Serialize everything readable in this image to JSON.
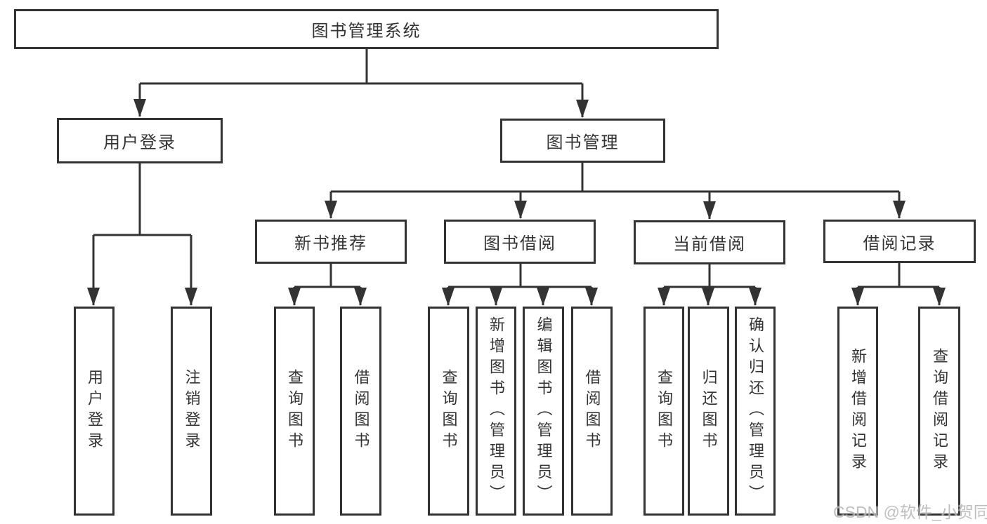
{
  "tree": {
    "root": {
      "label": "图书管理系统"
    },
    "branches": [
      {
        "label": "用户登录",
        "children": [
          {
            "label": "用户登录"
          },
          {
            "label": "注销登录"
          }
        ]
      },
      {
        "label": "图书管理",
        "children": [
          {
            "label": "新书推荐",
            "children": [
              {
                "label": "查询图书"
              },
              {
                "label": "借阅图书"
              }
            ]
          },
          {
            "label": "图书借阅",
            "children": [
              {
                "label": "查询图书"
              },
              {
                "label": "新增图书（管理员）"
              },
              {
                "label": "编辑图书（管理员）"
              },
              {
                "label": "借阅图书"
              }
            ]
          },
          {
            "label": "当前借阅",
            "children": [
              {
                "label": "查询图书"
              },
              {
                "label": "归还图书"
              },
              {
                "label": "确认归还（管理员）"
              }
            ]
          },
          {
            "label": "借阅记录",
            "children": [
              {
                "label": "新增借阅记录"
              },
              {
                "label": "查询借阅记录"
              }
            ]
          }
        ]
      }
    ]
  },
  "watermark": {
    "text": "CSDN @软件_小贺同学"
  },
  "colors": {
    "line": "#333333",
    "box_border": "#333333",
    "text": "#333333",
    "background": "#ffffff",
    "watermark": "#b5b5b5"
  }
}
